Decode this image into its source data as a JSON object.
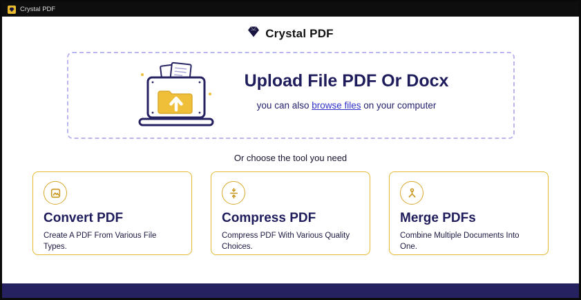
{
  "titlebar": {
    "app_name": "Crystal PDF"
  },
  "header": {
    "title": "Crystal PDF"
  },
  "upload": {
    "title": "Upload File PDF Or Docx",
    "subtitle_prefix": "you can also ",
    "link_text": "browse files",
    "subtitle_suffix": " on your computer"
  },
  "tools": {
    "prompt": "Or choose the tool you need",
    "cards": [
      {
        "title": "Convert PDF",
        "description": "Create A PDF From Various File Types.",
        "icon": "convert-icon"
      },
      {
        "title": "Compress PDF",
        "description": "Compress PDF With Various Quality Choices.",
        "icon": "compress-icon"
      },
      {
        "title": "Merge PDFs",
        "description": "Combine Multiple Documents Into One.",
        "icon": "merge-icon"
      }
    ]
  },
  "colors": {
    "accent_yellow": "#E4BA33",
    "icon_gold": "#C9961C",
    "navy": "#1F1C5C",
    "link_blue": "#2F2FC9",
    "dashed_border": "#B9B6EF",
    "bottom_bar": "#262262",
    "titlebar_bg": "#0E0E0E"
  }
}
